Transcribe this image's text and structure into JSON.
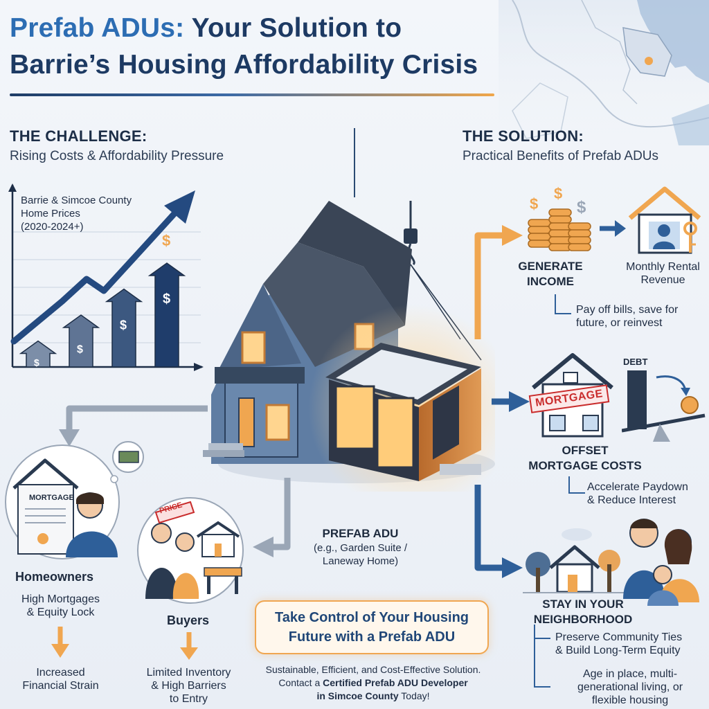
{
  "title": {
    "line1_highlight": "Prefab ADUs:",
    "line1_rest": " Your Solution to",
    "line2": "Barrie’s Housing Affordability Crisis"
  },
  "challenge": {
    "heading": "THE CHALLENGE:",
    "subheading": "Rising Costs & Affordability Pressure",
    "chart_label_1": "Barrie & Simcoe County",
    "chart_label_2": "Home Prices",
    "chart_label_3": "(2020-2024+)",
    "dollar": "$"
  },
  "chart_data": {
    "type": "bar",
    "categories": [
      "",
      "",
      "",
      ""
    ],
    "values": [
      1,
      2,
      3,
      4
    ],
    "title": "Barrie & Simcoe County Home Prices (2020-2024+)",
    "xlabel": "",
    "ylabel": ""
  },
  "solution": {
    "heading": "THE SOLUTION:",
    "subheading": "Practical Benefits of Prefab ADUs",
    "income_title_1": "GENERATE",
    "income_title_2": "INCOME",
    "rental_1": "Monthly Rental",
    "rental_2": "Revenue",
    "income_note_1": "Pay off bills, save for",
    "income_note_2": "future, or reinvest",
    "debt_label": "DEBT",
    "mortgage_stamp": "MORTGAGE",
    "offset_title_1": "OFFSET",
    "offset_title_2": "MORTGAGE COSTS",
    "offset_note_1": "Accelerate Paydown",
    "offset_note_2": "& Reduce Interest",
    "stay_title_1": "STAY IN YOUR",
    "stay_title_2": "NEIGHBORHOOD",
    "stay_note_1": "Preserve Community Ties",
    "stay_note_2": "& Build Long-Term Equity",
    "stay_note_3": "Age in place, multi-",
    "stay_note_4": "generational living, or",
    "stay_note_5": "flexible housing"
  },
  "homeowners": {
    "mortgage_doc": "MORTGAGE",
    "title": "Homeowners",
    "desc_1": "High Mortgages",
    "desc_2": "& Equity Lock",
    "result_1": "Increased",
    "result_2": "Financial Strain"
  },
  "buyers": {
    "price_tag": "PRICE",
    "title": "Buyers",
    "desc_1": "Limited Inventory",
    "desc_2": "& High Barriers",
    "desc_3": "to Entry"
  },
  "adu": {
    "label_1": "PREFAB ADU",
    "label_2": "(e.g., Garden Suite /",
    "label_3": "Laneway Home)"
  },
  "cta": {
    "line_1": "Take Control of Your Housing",
    "line_2": "Future with a Prefab ADU"
  },
  "footer": {
    "line_1": "Sustainable, Efficient, and Cost-Effective Solution.",
    "line_2_pre": "Contact a ",
    "line_2_bold": "Certified Prefab ADU Developer",
    "line_3_bold": "in Simcoe County",
    "line_3_post": " Today!"
  },
  "colors": {
    "navy": "#1d3a63",
    "blue": "#2c6db3",
    "orange": "#f0a650",
    "accent_bar_start": "#1f3d66",
    "accent_bar_end": "#f0a64a"
  }
}
